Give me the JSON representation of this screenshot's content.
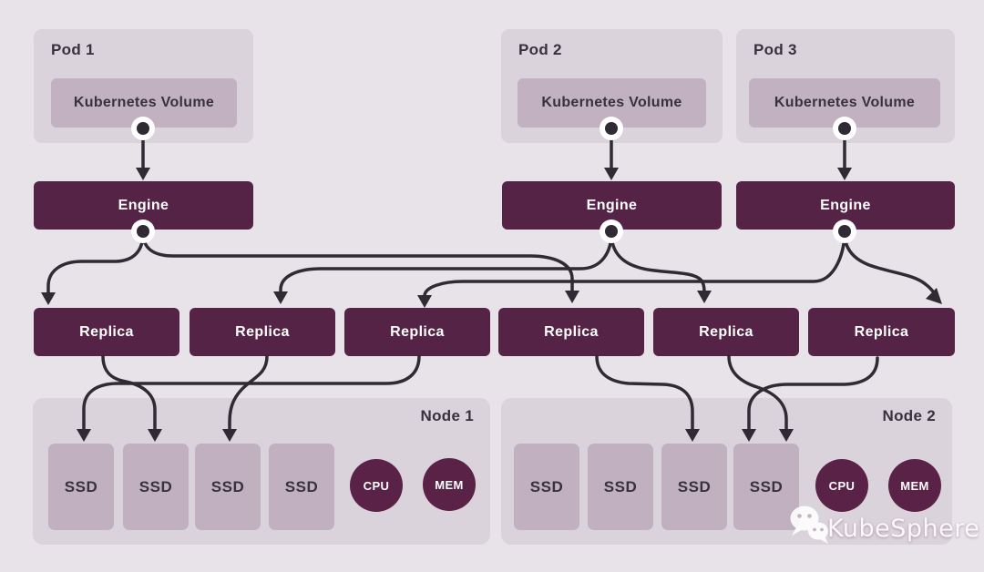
{
  "pods": [
    {
      "label": "Pod 1",
      "volume": "Kubernetes Volume",
      "engine": "Engine"
    },
    {
      "label": "Pod 2",
      "volume": "Kubernetes Volume",
      "engine": "Engine"
    },
    {
      "label": "Pod 3",
      "volume": "Kubernetes Volume",
      "engine": "Engine"
    }
  ],
  "replicas": [
    {
      "label": "Replica"
    },
    {
      "label": "Replica"
    },
    {
      "label": "Replica"
    },
    {
      "label": "Replica"
    },
    {
      "label": "Replica"
    },
    {
      "label": "Replica"
    }
  ],
  "nodes": [
    {
      "label": "Node 1",
      "ssds": [
        {
          "label": "SSD"
        },
        {
          "label": "SSD"
        },
        {
          "label": "SSD"
        },
        {
          "label": "SSD"
        }
      ],
      "cpu": "CPU",
      "mem": "MEM"
    },
    {
      "label": "Node 2",
      "ssds": [
        {
          "label": "SSD"
        },
        {
          "label": "SSD"
        },
        {
          "label": "SSD"
        },
        {
          "label": "SSD"
        }
      ],
      "cpu": "CPU",
      "mem": "MEM"
    }
  ],
  "connections": {
    "volume_to_engine": [
      "pod1-volume -> pod1-engine",
      "pod2-volume -> pod2-engine",
      "pod3-volume -> pod3-engine"
    ],
    "engine_to_replica": [
      "pod1-engine -> replica1",
      "pod1-engine -> replica4",
      "pod2-engine -> replica2",
      "pod2-engine -> replica5",
      "pod3-engine -> replica3",
      "pod3-engine -> replica6"
    ],
    "replica_to_ssd": [
      "replica1 -> node1-ssd2",
      "replica2 -> node1-ssd3",
      "replica3 -> node1-ssd1",
      "replica4 -> node2-ssd3",
      "replica5 -> node2-ssd4",
      "replica6 -> node2-ssd4"
    ]
  },
  "watermark": {
    "brand": "KubeSphere",
    "icon": "wechat-logo-icon"
  },
  "colors": {
    "background": "#E8E2E9",
    "panel": "#DBD3DB",
    "light_box": "#C2B1C1",
    "dark_box": "#552345",
    "circle": "#5B2247",
    "line": "#2F2A33",
    "dark_text": "#38323E",
    "white_text": "#FFFFFF"
  }
}
